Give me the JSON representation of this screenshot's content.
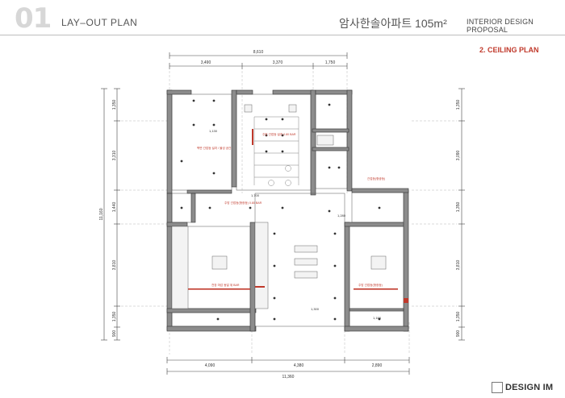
{
  "header": {
    "number": "01",
    "title": "LAY–OUT PLAN",
    "project": "암사한솔아파트 105m²",
    "proposal": "INTERIOR DESIGN PROPOSAL"
  },
  "section": {
    "subtitle": "2. CEILING PLAN"
  },
  "dimensions": {
    "top_total": "8,610",
    "top_segments": [
      "3,490",
      "3,370",
      "1,750"
    ],
    "bottom_segments": [
      "4,090",
      "4,380",
      "2,890"
    ],
    "bottom_total": "11,360",
    "left_segments": [
      "1,350",
      "3,310",
      "1,440",
      "3,810",
      "1,350",
      "900"
    ],
    "left_total": "11,160",
    "right_segments": [
      "1,350",
      "3,090",
      "1,350",
      "3,810",
      "1,350",
      "900"
    ]
  },
  "annotations": {
    "kitchen_note": "주방 간접등 설치 0.80 BAR",
    "living_note": "주방 간접등(형광등) 0.80 BAR",
    "bedroom_right_note": "간접등(형광등)",
    "bedroom_left_note": "벽면 간접등 설치 / 물성 공간",
    "balcony_note": "천장 마감 동일 위 BAR",
    "bottom_right_note": "주방 간접등(형광등)",
    "dim_1130": "1,130",
    "dim_1300": "1,300",
    "dim_1700": "1,700",
    "dim_1280": "1,280",
    "dim_1160": "1,160"
  },
  "footer": {
    "brand": "DESIGN IM"
  }
}
